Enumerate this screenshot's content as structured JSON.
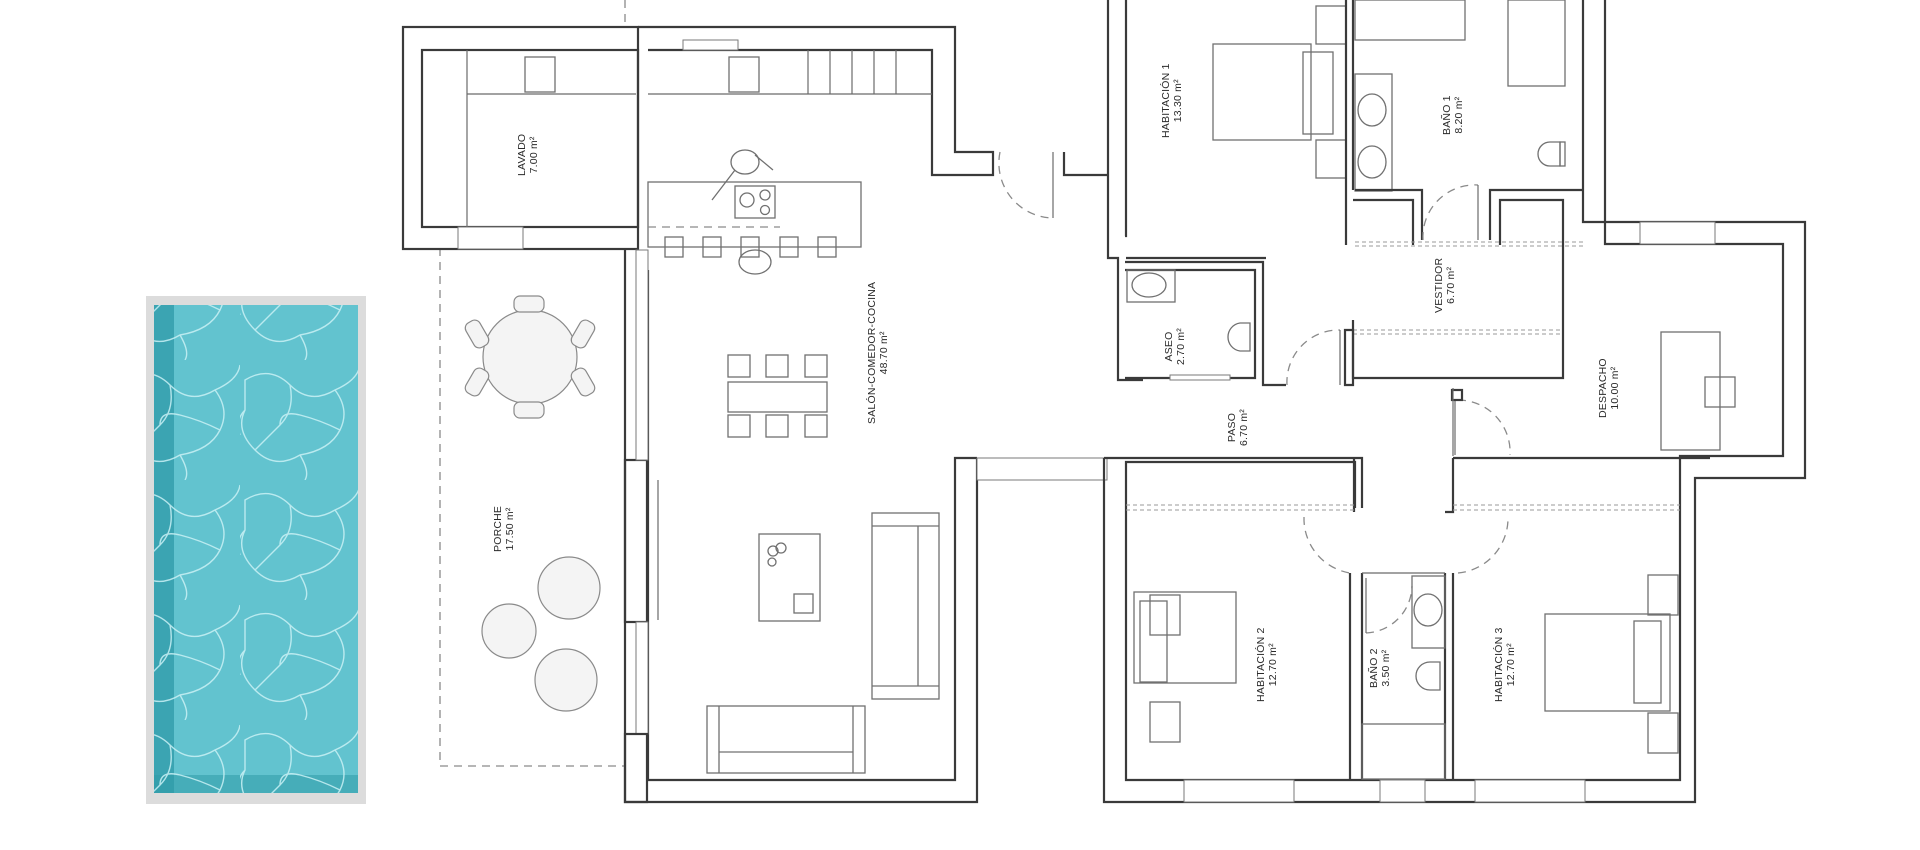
{
  "plan": {
    "type": "floor plan",
    "colors": {
      "pool_water": "#5bbfcc",
      "pool_deep": "#2f9aa8",
      "pool_edge": "#d9d9d9",
      "walls": "#3a3a3a"
    }
  },
  "rooms": {
    "lavado": {
      "name": "LAVADO",
      "area": "7.00 m²"
    },
    "salon": {
      "name": "SALÓN-COMEDOR-COCINA",
      "area": "48.70 m²"
    },
    "porche": {
      "name": "PORCHE",
      "area": "17.50 m²"
    },
    "habitacion1": {
      "name": "HABITACIÓN  1",
      "area": "13.30 m²"
    },
    "bano1": {
      "name": "BAÑO 1",
      "area": "8.20 m²"
    },
    "vestidor": {
      "name": "VESTIDOR",
      "area": "6.70 m²"
    },
    "aseo": {
      "name": "ASEO",
      "area": "2.70 m²"
    },
    "paso": {
      "name": "PASO",
      "area": "6.70 m²"
    },
    "despacho": {
      "name": "DESPACHO",
      "area": "10.00 m²"
    },
    "habitacion2": {
      "name": "HABITACIÓN  2",
      "area": "12.70 m²"
    },
    "bano2": {
      "name": "BAÑO 2",
      "area": "3.50 m²"
    },
    "habitacion3": {
      "name": "HABITACIÓN  3",
      "area": "12.70 m²"
    }
  }
}
